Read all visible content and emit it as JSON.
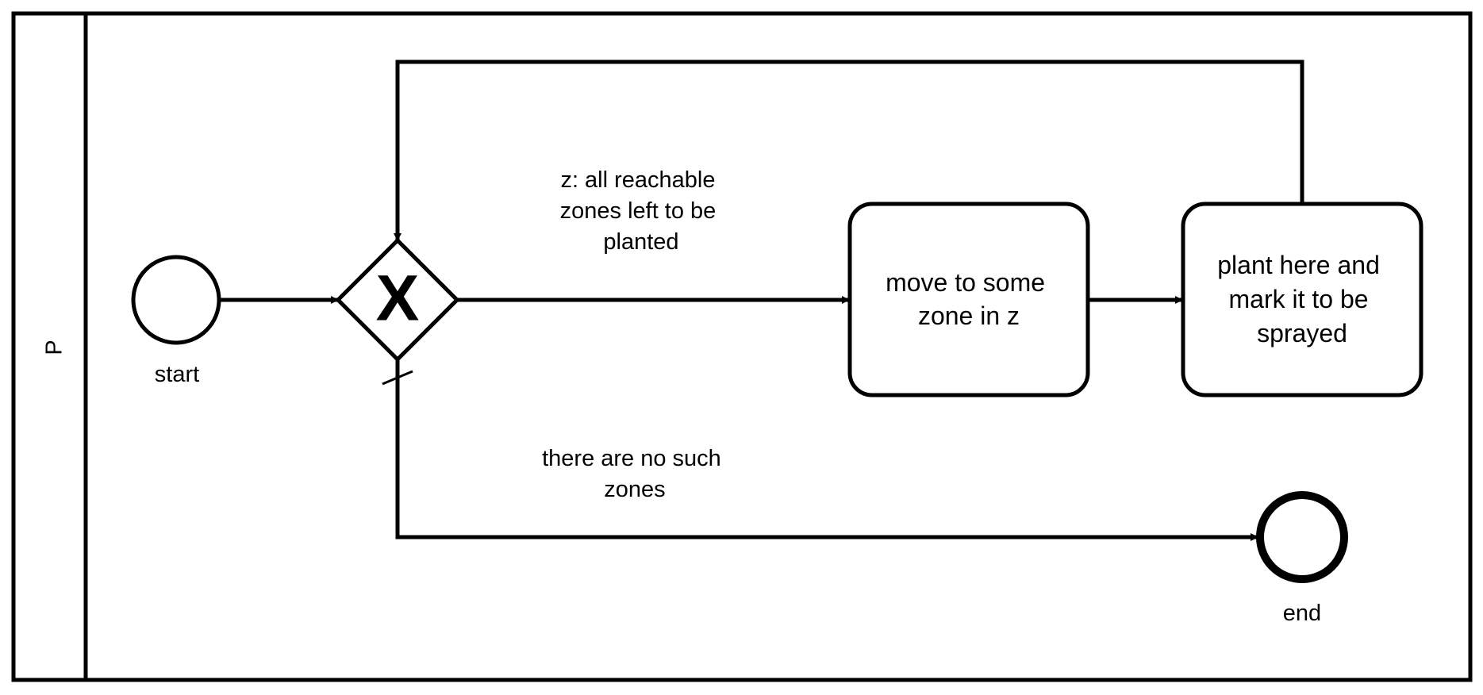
{
  "pool": {
    "label": "P"
  },
  "events": {
    "start": {
      "label": "start"
    },
    "end": {
      "label": "end"
    }
  },
  "gateway": {
    "marker": "X"
  },
  "tasks": [
    {
      "lines": [
        "move to some",
        "zone in z"
      ]
    },
    {
      "lines": [
        "plant here and",
        "mark it to be",
        "sprayed"
      ]
    }
  ],
  "flows": {
    "condition_yes": {
      "lines": [
        "z: all reachable",
        "zones left to be",
        "planted"
      ]
    },
    "condition_default": {
      "lines": [
        "there are no such",
        "zones"
      ]
    }
  }
}
